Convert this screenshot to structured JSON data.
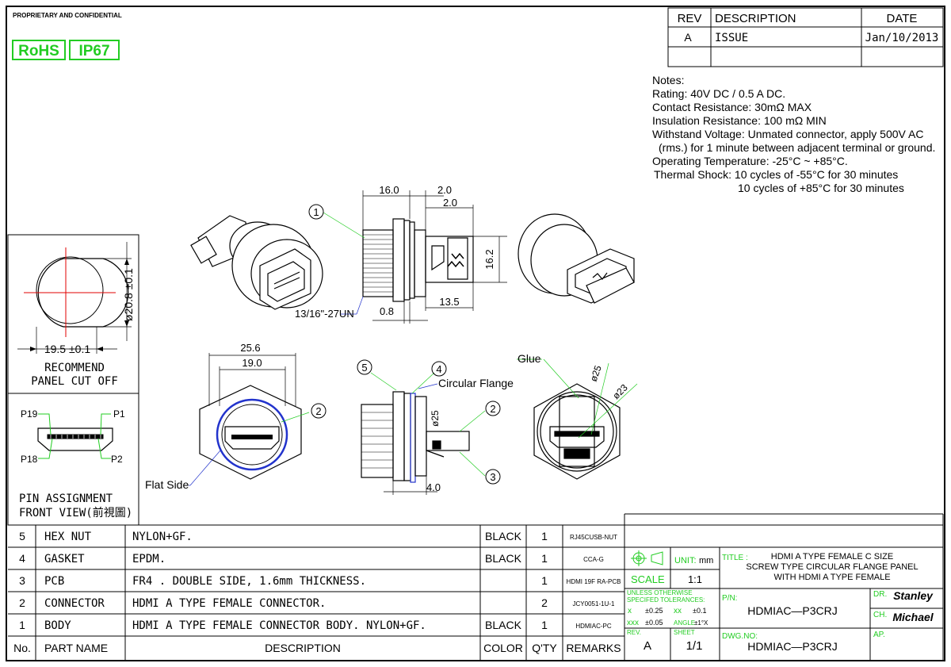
{
  "header": {
    "proprietary": "PROPRIETARY AND CONFIDENTIAL",
    "badges": [
      "RoHS",
      "IP67"
    ],
    "badge_color": "#22cc22"
  },
  "revision_table": {
    "headers": [
      "REV",
      "DESCRIPTION",
      "DATE"
    ],
    "rows": [
      [
        "A",
        "ISSUE",
        "Jan/10/2013"
      ]
    ]
  },
  "notes": {
    "title": "Notes:",
    "lines": [
      "Rating: 40V DC / 0.5 A DC.",
      "Contact Resistance: 30mΩ MAX",
      "Insulation Resistance: 100 mΩ MIN",
      "Withstand Voltage: Unmated connector, apply 500V AC",
      "(rms.) for 1 minute between adjacent terminal or ground.",
      "Operating Temperature: -25°C ~ +85°C.",
      "Thermal Shock: 10 cycles of -55°C for 30 minutes",
      "10 cycles of +85°C for 30 minutes"
    ]
  },
  "panel_cutout": {
    "dia": "ø20.8 ±0.1",
    "width": "19.5 ±0.1",
    "title1": "RECOMMEND",
    "title2": "PANEL CUT OFF"
  },
  "pin_assignment": {
    "pins": [
      "P19",
      "P1",
      "P18",
      "P2"
    ],
    "title1": "PIN ASSIGNMENT",
    "title2": "FRONT VIEW(前視圖)"
  },
  "side_view_dims": {
    "d1": "16.0",
    "d2": "2.0",
    "d3": "2.0",
    "height": "16.2",
    "depth": "13.5",
    "gap": "0.8",
    "thread": "13/16\"-27UN",
    "balloon": "1"
  },
  "front_view_dims": {
    "w1": "25.6",
    "w2": "19.0",
    "flat_side": "Flat Side",
    "balloon": "2"
  },
  "exploded_view": {
    "b5": "5",
    "b4": "4",
    "b2": "2",
    "b3": "3",
    "flange": "Circular Flange",
    "dia": "ø25",
    "thick": "4.0"
  },
  "rear_view": {
    "glue": "Glue",
    "d25": "ø25",
    "d23": "ø23"
  },
  "bom": {
    "headers": [
      "No.",
      "PART NAME",
      "DESCRIPTION",
      "COLOR",
      "Q'TY",
      "REMARKS"
    ],
    "rows": [
      [
        "5",
        "HEX NUT",
        "NYLON+GF.",
        "BLACK",
        "1",
        "RJ45CUSB-NUT"
      ],
      [
        "4",
        "GASKET",
        "EPDM.",
        "BLACK",
        "1",
        "CCA-G"
      ],
      [
        "3",
        "PCB",
        "FR4 . DOUBLE SIDE, 1.6mm THICKNESS.",
        "",
        "1",
        "HDMI 19F RA-PCB"
      ],
      [
        "2",
        "CONNECTOR",
        "HDMI A TYPE FEMALE CONNECTOR.",
        "",
        "2",
        "JCY0051-1U-1"
      ],
      [
        "1",
        "BODY",
        "HDMI A TYPE FEMALE CONNECTOR BODY. NYLON+GF.",
        "BLACK",
        "1",
        "HDMIAC-PC"
      ]
    ]
  },
  "title_block": {
    "unit_label": "UNIT:",
    "unit": "mm",
    "scale_label": "SCALE",
    "scale": "1:1",
    "title_label": "TITLE :",
    "title_lines": [
      "HDMI A TYPE FEMALE C SIZE",
      "SCREW TYPE CIRCULAR FLANGE PANEL",
      "WITH HDMI A TYPE FEMALE"
    ],
    "tolerance_title1": "UNLESS OTHERWISE",
    "tolerance_title2": "SPECIFED TOLERANCES:",
    "tol_x": "x",
    "tol_x_val": "±0.25",
    "tol_xx": "xx",
    "tol_xx_val": "±0.1",
    "tol_xxx": "xxx",
    "tol_xxx_val": "±0.05",
    "tol_angle": "ANGLE",
    "tol_angle_val": "±1°X",
    "pn_label": "P/N:",
    "pn": "HDMIAC—P3CRJ",
    "dr_label": "DR.",
    "dr": "Stanley",
    "ch_label": "CH.",
    "ch": "Michael",
    "rev_label": "REV.",
    "rev": "A",
    "sheet_label": "SHEET",
    "sheet": "1/1",
    "dwg_label": "DWG.NO:",
    "dwg": "HDMIAC—P3CRJ",
    "ap_label": "AP."
  }
}
